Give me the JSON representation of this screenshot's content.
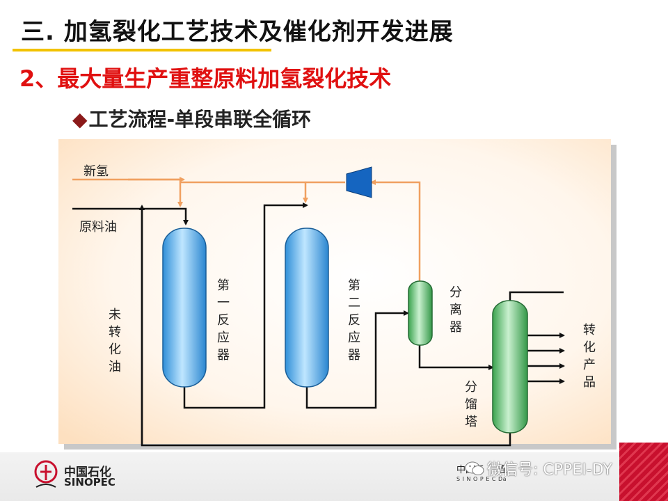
{
  "slide": {
    "title": "三. 加氢裂化工艺技术及催化剂开发进展",
    "subtitle": "2、最大量生产重整原料加氢裂化技术",
    "bullet_marker": "◆",
    "bullet": "工艺流程-单段串联全循环"
  },
  "diagram": {
    "labels": {
      "fresh_hydrogen": "新氢",
      "feed_oil": "原料油",
      "unconverted_oil": [
        "未",
        "转",
        "化",
        "油"
      ],
      "reactor1": [
        "第",
        "一",
        "反",
        "应",
        "器"
      ],
      "reactor2": [
        "第",
        "二",
        "反",
        "应",
        "器"
      ],
      "separator": [
        "分",
        "离",
        "器"
      ],
      "fractionator": [
        "分",
        "馏",
        "塔"
      ],
      "products": [
        "转",
        "化",
        "产",
        "品"
      ]
    },
    "colors": {
      "hydrogen_line": "#f0a060",
      "process_line": "#111111",
      "reactor": "#5ab4ec",
      "vessel": "#5bbf6a",
      "compressor": "#1565c0"
    }
  },
  "footer": {
    "company_cn": "中国石化",
    "company_en": "SINOPEC",
    "institute_cn": "中国石",
    "institute_mid": "连",
    "institute_en": "S I N O P E C  Da",
    "watermark": "微信号: CPPEI-DY"
  }
}
